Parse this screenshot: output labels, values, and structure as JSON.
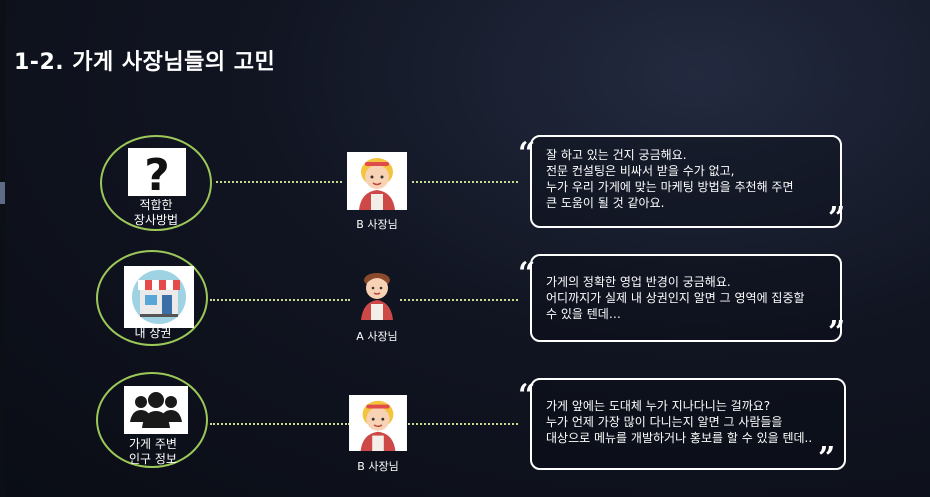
{
  "slide": {
    "title": "1-2. 가게 사장님들의 고민"
  },
  "rows": [
    {
      "topic_label": "적합한\n장사방법",
      "topic_icon": "question-mark-icon",
      "owner_label": "B 사장님",
      "owner_icon": "female-shop-owner-icon",
      "message": "잘 하고 있는 건지 궁금해요.\n전문 컨설팅은 비싸서 받을 수가 없고,\n누가 우리 가게에 맞는 마케팅 방법을 추천해 주면\n큰 도움이 될 것 같아요."
    },
    {
      "topic_label": "내 상권",
      "topic_icon": "storefront-icon",
      "owner_label": "A 사장님",
      "owner_icon": "male-shop-owner-icon",
      "message": "가게의 정확한 영업 반경이 궁금해요.\n어디까지가 실제 내 상권인지 알면 그 영역에 집중할\n수 있을 텐데…"
    },
    {
      "topic_label": "가게 주변\n인구 정보",
      "topic_icon": "people-group-icon",
      "owner_label": "B 사장님",
      "owner_icon": "female-shop-owner-icon",
      "message": "가게 앞에는 도대체 누가 지나다니는 걸까요?\n누가 언제 가장 많이 다니는지 알면 그 사람들을\n대상으로 메뉴를 개발하거나 홍보를 할 수 있을 텐데.."
    }
  ],
  "colors": {
    "circle_border": "#9cc85a",
    "connector": "#c8dc90",
    "bubble_border": "#ffffff"
  }
}
